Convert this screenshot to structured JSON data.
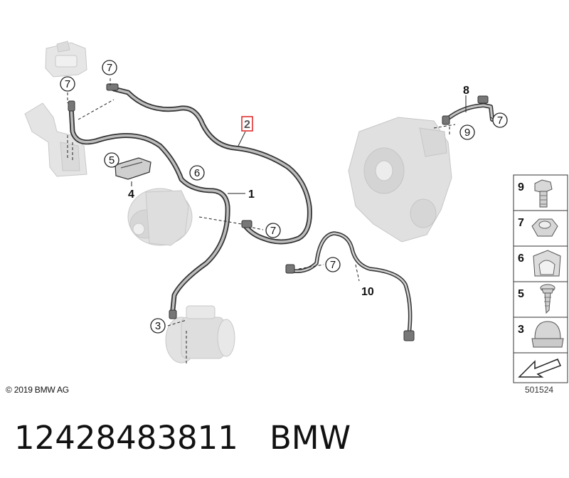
{
  "diagram": {
    "callouts": [
      {
        "id": "c1",
        "label": "7"
      },
      {
        "id": "c2",
        "label": "7"
      },
      {
        "id": "c3",
        "label": "5"
      },
      {
        "id": "c4",
        "label": "6"
      },
      {
        "id": "c5",
        "label": "7"
      },
      {
        "id": "c6",
        "label": "7"
      },
      {
        "id": "c7",
        "label": "3"
      },
      {
        "id": "c8",
        "label": "9"
      },
      {
        "id": "c9",
        "label": "7"
      }
    ],
    "part_labels": [
      {
        "id": "p1",
        "label": "1"
      },
      {
        "id": "p4",
        "label": "4"
      },
      {
        "id": "p8",
        "label": "8"
      },
      {
        "id": "p10",
        "label": "10"
      }
    ],
    "highlighted_part": "2",
    "legend": [
      {
        "number": "9",
        "icon": "hex-bolt-icon"
      },
      {
        "number": "7",
        "icon": "hex-nut-icon"
      },
      {
        "number": "6",
        "icon": "cable-clip-icon"
      },
      {
        "number": "5",
        "icon": "screw-icon"
      },
      {
        "number": "3",
        "icon": "cap-nut-icon"
      }
    ],
    "legend_arrow_icon": "arrow-icon",
    "copyright": "© 2019 BMW AG",
    "diagram_number": "501524"
  },
  "caption": {
    "part_number": "12428483811",
    "brand": "BMW"
  }
}
